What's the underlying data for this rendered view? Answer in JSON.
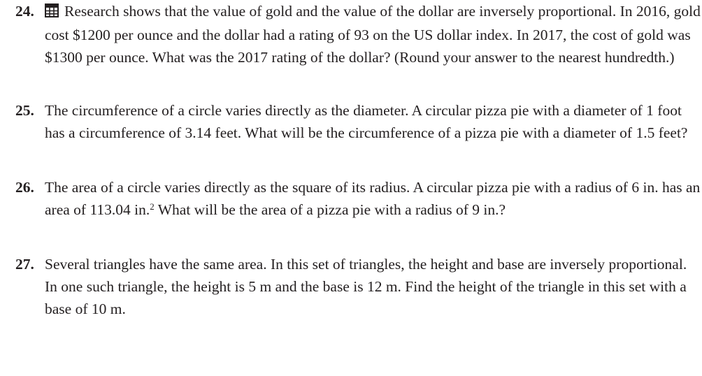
{
  "problems": [
    {
      "number": "24.",
      "icon": "calculator-icon",
      "text": "Research shows that the value of gold and the value of the dollar are inversely proportional. In 2016, gold cost $1200 per ounce and the dollar had a rating of 93 on the US dollar index. In 2017, the cost of gold was $1300 per ounce. What was the 2017 rating of the dollar? (Round your answer to the nearest hundredth.)"
    },
    {
      "number": "25.",
      "text": "The circumference of a circle varies directly as the diameter. A circular pizza pie with a diameter of 1 foot has a circumference of 3.14 feet. What will be the circumference of a pizza pie with a diameter of 1.5 feet?"
    },
    {
      "number": "26.",
      "text_before_sup": "The area of a circle varies directly as the square of its radius. A circular pizza pie with a radius of 6 in. has an area of 113.04 in.",
      "sup": "2",
      "text_after_sup": " What will be the area of a pizza pie with a radius of 9 in.?"
    },
    {
      "number": "27.",
      "text": "Several triangles have the same area. In this set of triangles, the height and base are inversely proportional. In one such triangle, the height is 5 m and the base is 12 m. Find the height of the triangle in this set with a base of 10 m."
    }
  ]
}
